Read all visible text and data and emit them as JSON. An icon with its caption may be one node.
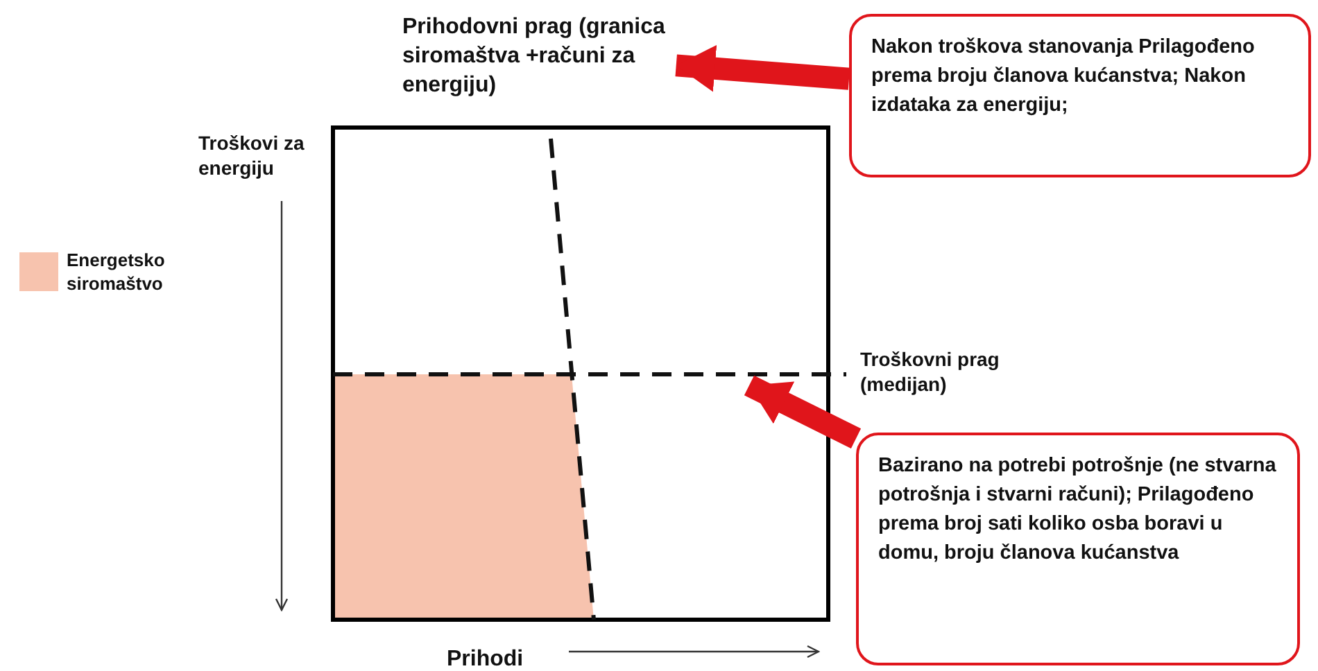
{
  "diagram": {
    "nodes": [
      {
        "text": [
          "Prihodovni prag (granica siromaštva +računi za energiju)"
        ]
      },
      {
        "text": [
          "Nakon troškova stanovanja Prilagođeno prema broju članova kućanstva; Nakon izdataka za energiju;"
        ]
      },
      {
        "text": [],
        "shape": "line"
      },
      {
        "text": [
          "Bazirano na potrebi potrošnje (ne stvarna potrošnja i stvarni računi); Prilagođeno prema broj sati koliko osba boravi u domu, broju članova kućanstva"
        ]
      }
    ],
    "edges": [
      {
        "from": 1,
        "to": 0,
        "arrow": "to"
      },
      {
        "from": 3,
        "to": 2,
        "arrow": "to"
      }
    ],
    "labels": [
      "Troškovi za energiju",
      "Troškovni prag (medijan)",
      "Prihodi"
    ],
    "legend": [
      {
        "text": "Energetsko siromaštvo",
        "color": "#f7c3ae"
      }
    ]
  }
}
